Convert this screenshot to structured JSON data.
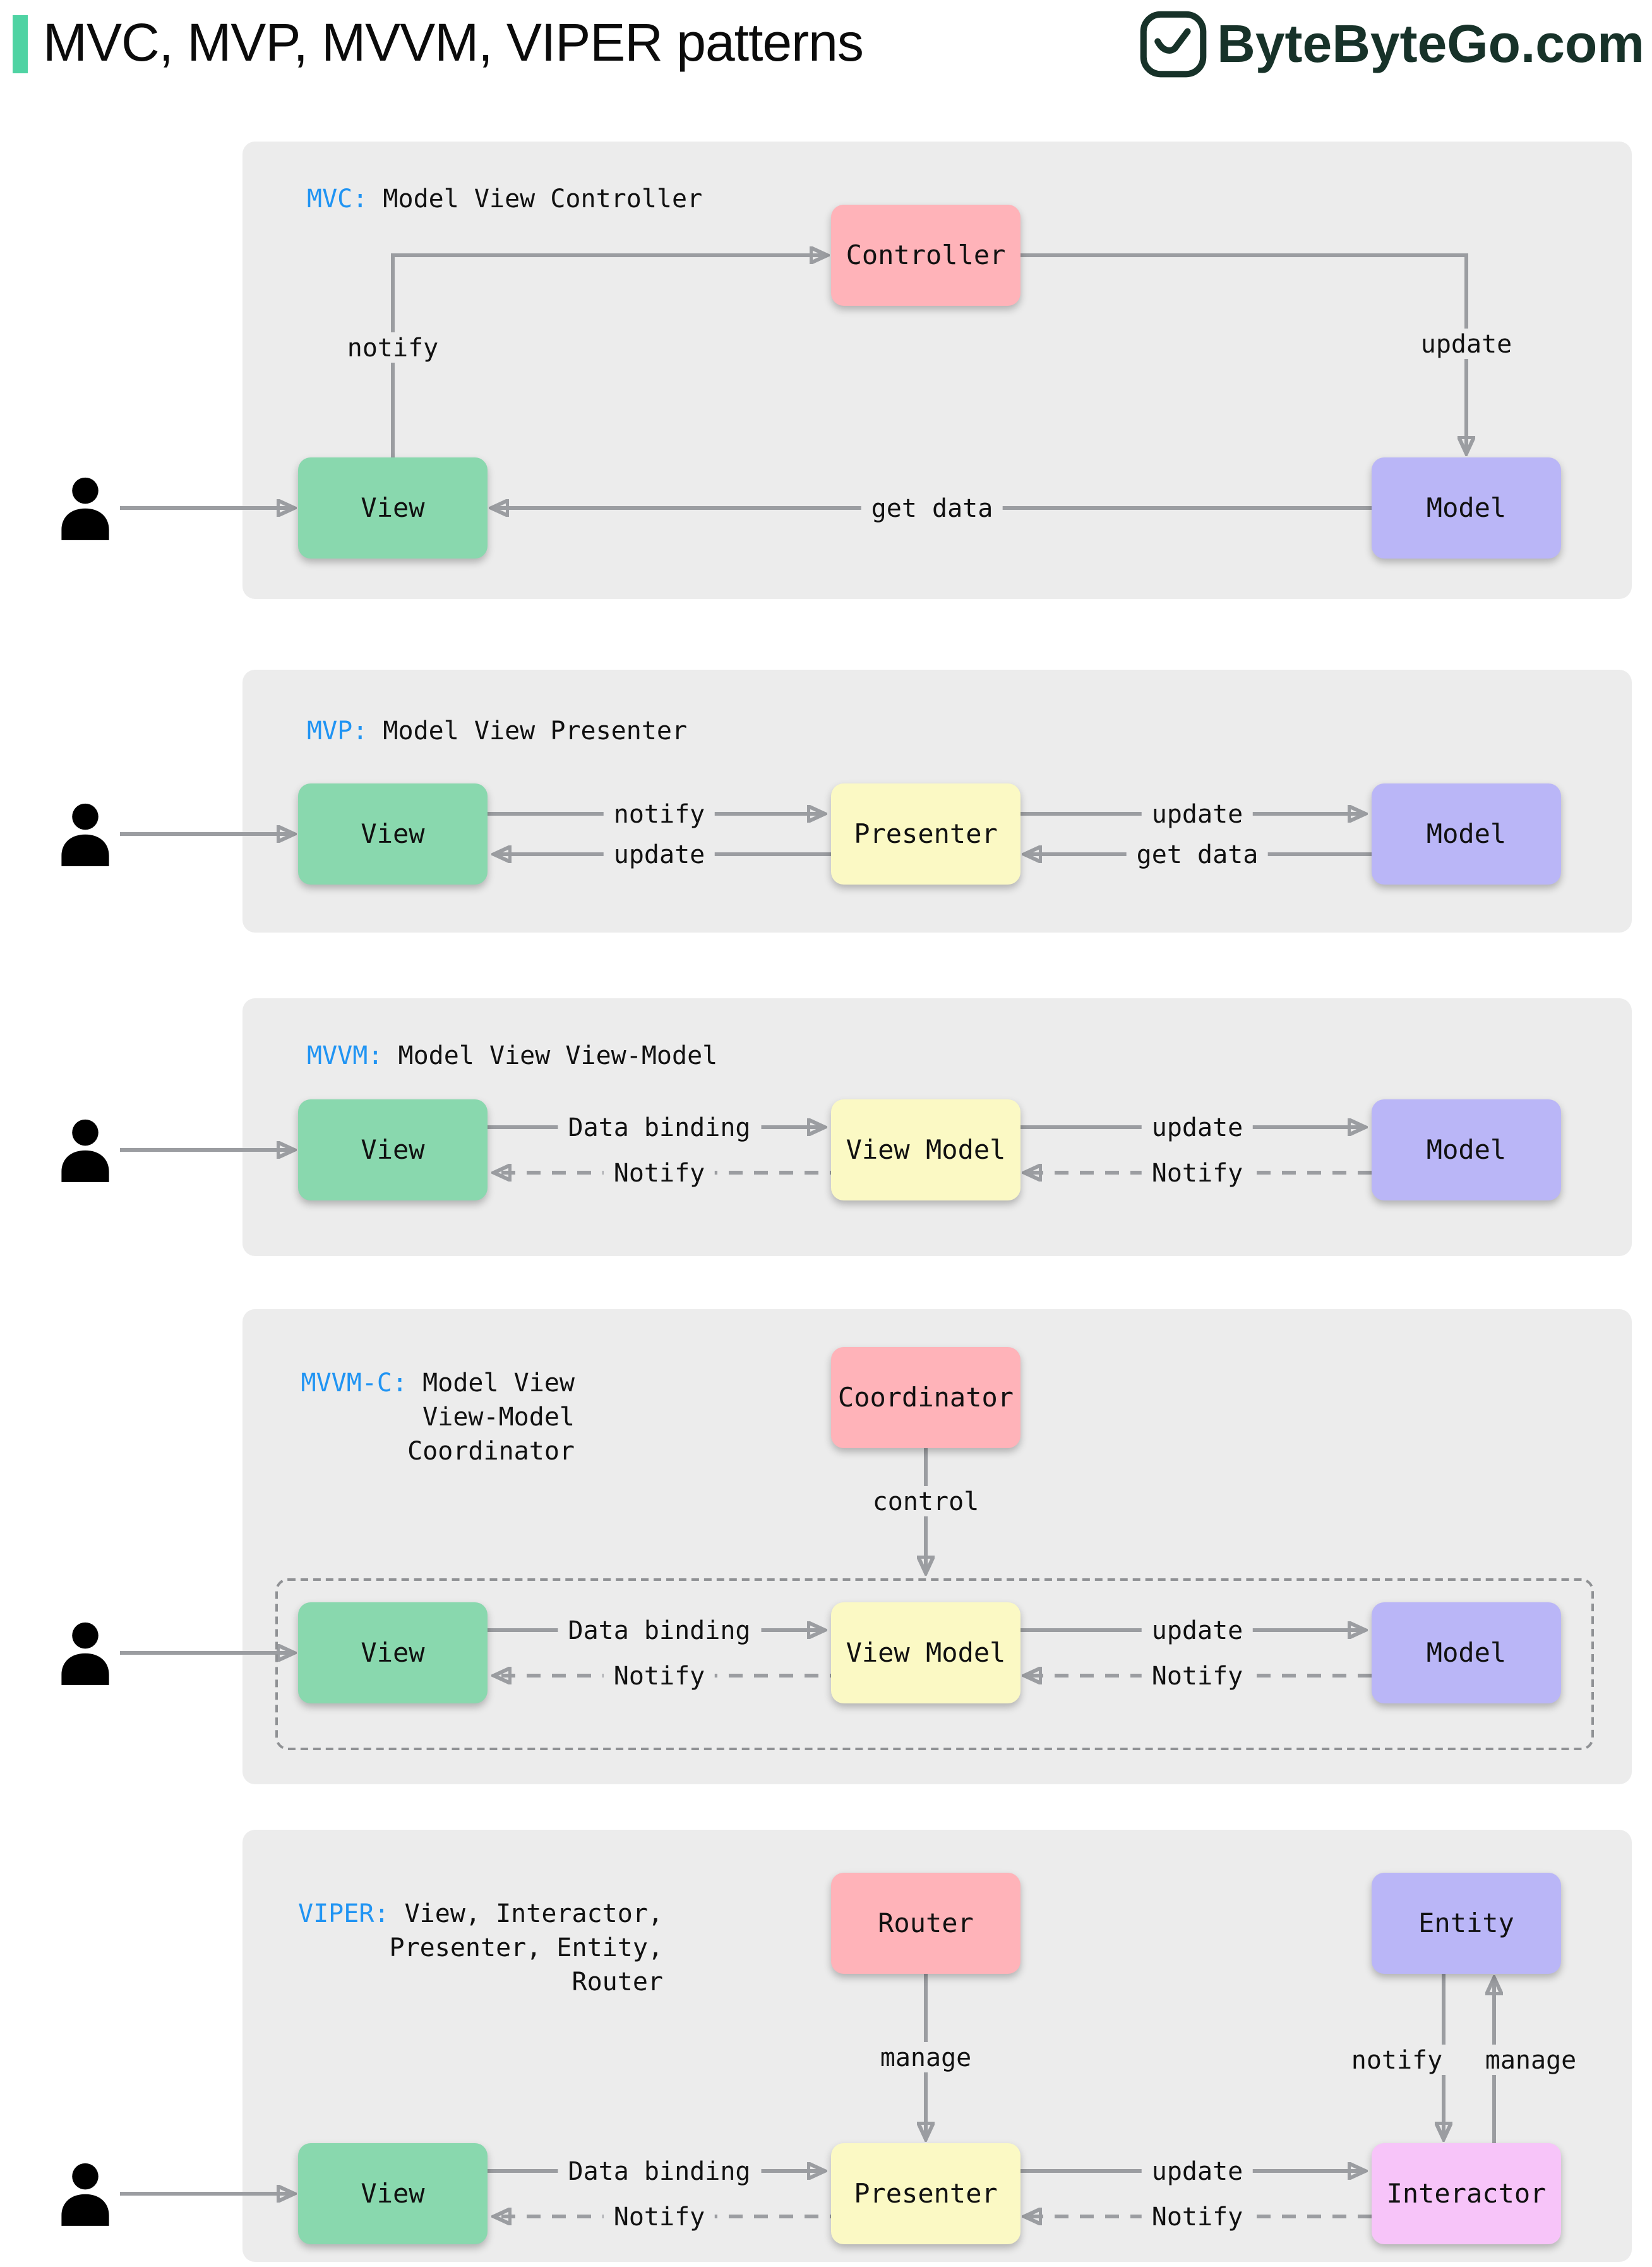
{
  "header": {
    "title": "MVC, MVP, MVVM, VIPER patterns",
    "brand": "ByteByteGo.com"
  },
  "colors": {
    "accent_green": "#4fd3a3",
    "box_green": "#89d8ae",
    "box_pink": "#ffb3b9",
    "box_purple": "#bab6f7",
    "box_yellow": "#fbf9c4",
    "box_magenta": "#f7c4f9",
    "panel_gray": "#ececec",
    "arrow_gray": "#9b9da1",
    "tag_blue": "#2094f3"
  },
  "mvc": {
    "tag": "MVC:",
    "name": " Model View Controller",
    "boxes": {
      "controller": "Controller",
      "view": "View",
      "model": "Model"
    },
    "labels": {
      "notify": "notify",
      "update": "update",
      "get_data": "get data"
    }
  },
  "mvp": {
    "tag": "MVP:",
    "name": " Model View Presenter",
    "boxes": {
      "view": "View",
      "presenter": "Presenter",
      "model": "Model"
    },
    "labels": {
      "notify": "notify",
      "update_vp": "update",
      "update_pm": "update",
      "get_data": "get data"
    }
  },
  "mvvm": {
    "tag": "MVVM:",
    "name": " Model View View-Model",
    "boxes": {
      "view": "View",
      "view_model": "View Model",
      "model": "Model"
    },
    "labels": {
      "data_binding": "Data binding",
      "notify_vm": "Notify",
      "update": "update",
      "notify_m": "Notify"
    }
  },
  "mvvmc": {
    "tag": "MVVM-C:",
    "name_line1": " Model View",
    "name_line2": "View-Model",
    "name_line3": "Coordinator",
    "boxes": {
      "coordinator": "Coordinator",
      "view": "View",
      "view_model": "View Model",
      "model": "Model"
    },
    "labels": {
      "control": "control",
      "data_binding": "Data binding",
      "notify_vm": "Notify",
      "update": "update",
      "notify_m": "Notify"
    }
  },
  "viper": {
    "tag": "VIPER:",
    "name_line1": " View, Interactor,",
    "name_line2": "Presenter, Entity,",
    "name_line3": "Router",
    "boxes": {
      "router": "Router",
      "entity": "Entity",
      "view": "View",
      "presenter": "Presenter",
      "interactor": "Interactor"
    },
    "labels": {
      "manage_router": "manage",
      "notify_entity": "notify",
      "manage_entity": "manage",
      "data_binding": "Data binding",
      "notify_pv": "Notify",
      "update": "update",
      "notify_ip": "Notify"
    }
  }
}
